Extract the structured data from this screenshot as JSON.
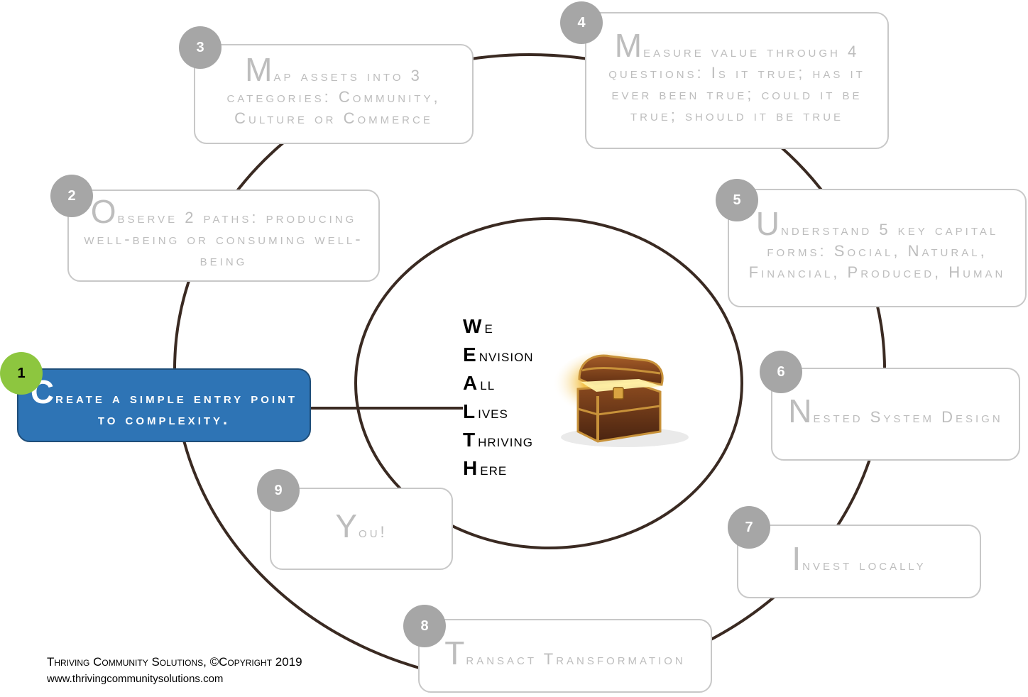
{
  "steps": [
    {
      "num": "1",
      "initial": "C",
      "rest": "reate a simple entry point to complexity."
    },
    {
      "num": "2",
      "initial": "O",
      "rest": "bserve 2 paths: producing well-being or consuming well-being"
    },
    {
      "num": "3",
      "initial": "M",
      "rest": "ap assets into 3 categories: Community, Culture or Commerce"
    },
    {
      "num": "4",
      "initial": "M",
      "rest": "easure value through 4 questions: Is it true; has it ever been true; could it be true; should it be true"
    },
    {
      "num": "5",
      "initial": "U",
      "rest": "nderstand 5 key capital forms: Social, Natural, Financial, Produced, Human"
    },
    {
      "num": "6",
      "initial": "N",
      "rest": "ested System Design"
    },
    {
      "num": "7",
      "initial": "I",
      "rest": "nvest locally"
    },
    {
      "num": "8",
      "initial": "T",
      "rest": "ransact Transformation"
    },
    {
      "num": "9",
      "initial": "Y",
      "rest": "ou!"
    }
  ],
  "acronym": [
    {
      "initial": "W",
      "rest": "e"
    },
    {
      "initial": "E",
      "rest": "nvision"
    },
    {
      "initial": "A",
      "rest": "ll"
    },
    {
      "initial": "L",
      "rest": "ives"
    },
    {
      "initial": "T",
      "rest": "hriving"
    },
    {
      "initial": "H",
      "rest": "ere"
    }
  ],
  "footer": {
    "line1": "Thriving Community Solutions, ©Copyright 2019",
    "line2": "www.thrivingcommunitysolutions.com"
  },
  "colors": {
    "ring": "#3a2a22",
    "active_box": "#2e74b5",
    "active_badge": "#8dc63f",
    "badge": "#a6a6a6",
    "inactive_text": "#bdbdbd"
  },
  "icons": {
    "center_image": "treasure-chest-icon"
  }
}
